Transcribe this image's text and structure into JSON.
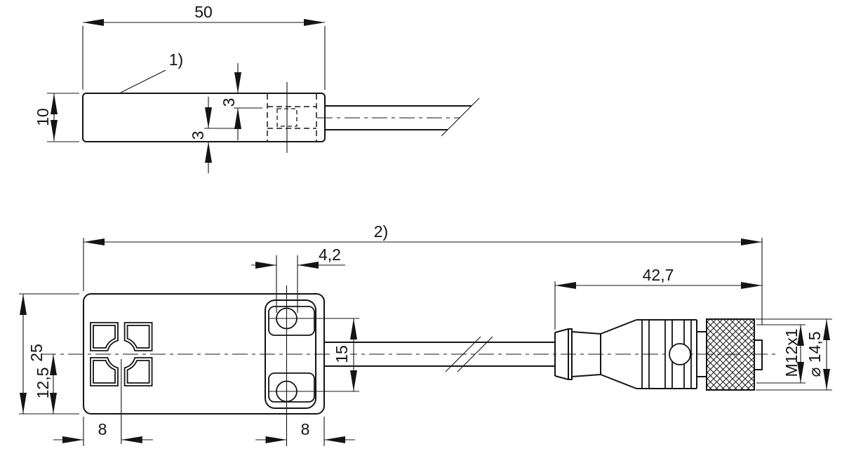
{
  "drawing": {
    "type": "technical-dimension-drawing",
    "colors": {
      "line": "#141414",
      "background": "#ffffff"
    },
    "side_view": {
      "footnote": "1)",
      "dims": {
        "length": "50",
        "height": "10",
        "slot_top": "3",
        "slot_bottom": "3"
      }
    },
    "front_view": {
      "footnote": "2)",
      "dims": {
        "width": "25",
        "half_width": "12,5",
        "hole_dia": "4,2",
        "hole_spacing": "15",
        "face_offset": "8",
        "hole_end_offset": "8",
        "connector_length": "42,7",
        "thread": "M12x1",
        "connector_dia": "⌀ 14,5"
      }
    }
  }
}
